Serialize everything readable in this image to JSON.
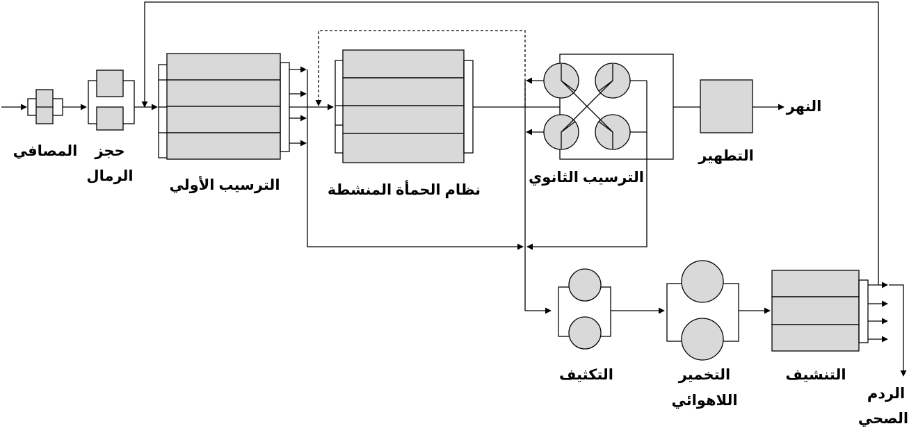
{
  "labels": {
    "screening": "المصافي",
    "grit_1": "حجز",
    "grit_2": "الرمال",
    "primary": "الترسيب الأولي",
    "activated": "نظام الحمأة المنشطة",
    "secondary": "الترسيب الثانوي",
    "disinfection": "التطهير",
    "river": "النهر",
    "thickening": "التكثيف",
    "digestion_1": "التخمير",
    "digestion_2": "اللاهوائي",
    "dewatering": "التنشيف",
    "landfill_1": "الردم",
    "landfill_2": "الصحي"
  }
}
